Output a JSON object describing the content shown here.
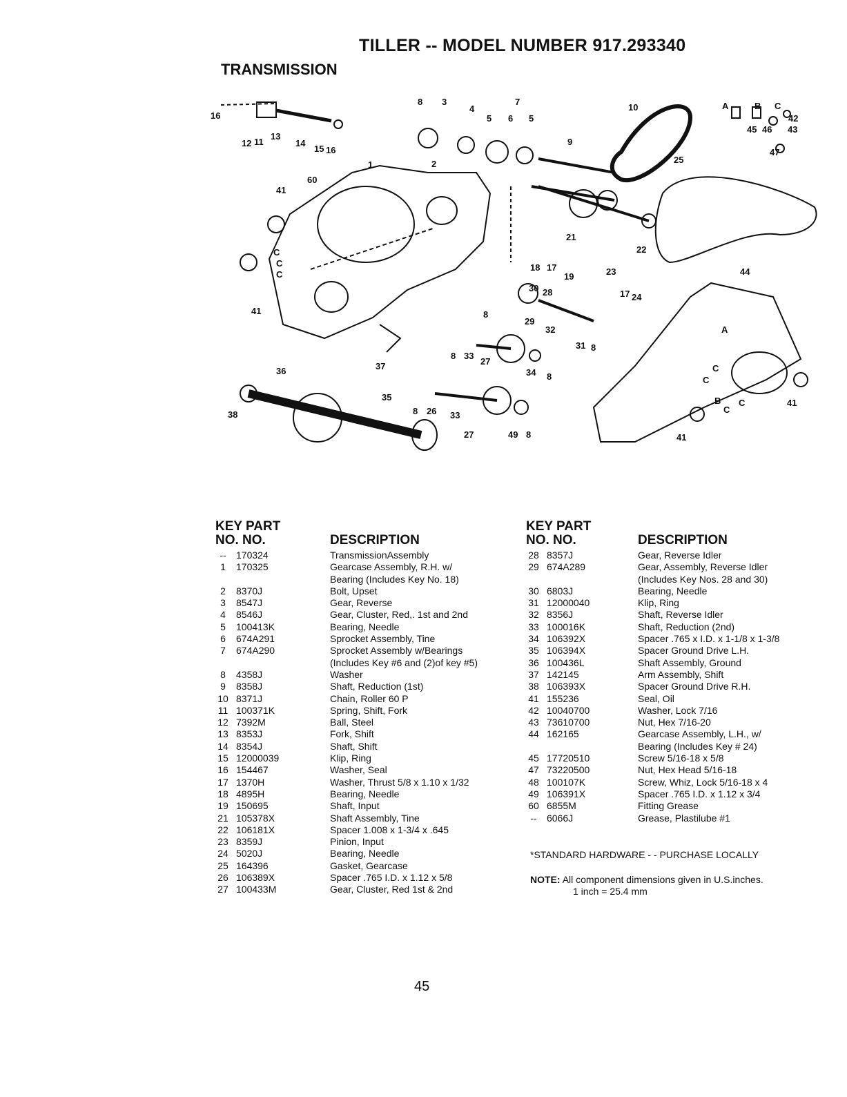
{
  "header": {
    "title": "TILLER -- MODEL NUMBER 917.293340",
    "section": "TRANSMISSION"
  },
  "diagram": {
    "labels": [
      "16",
      "12",
      "11",
      "13",
      "14",
      "15",
      "16",
      "8",
      "3",
      "4",
      "7",
      "5",
      "6",
      "5",
      "9",
      "10",
      "A",
      "B",
      "C",
      "42",
      "45",
      "46",
      "43",
      "47",
      "25",
      "41",
      "60",
      "1",
      "2",
      "21",
      "22",
      "C",
      "C",
      "C",
      "18",
      "17",
      "19",
      "23",
      "17",
      "24",
      "30",
      "28",
      "8",
      "29",
      "32",
      "31",
      "8",
      "44",
      "A",
      "41",
      "36",
      "37",
      "8",
      "33",
      "27",
      "34",
      "8",
      "35",
      "8",
      "26",
      "33",
      "27",
      "49",
      "8",
      "38",
      "41",
      "C",
      "C",
      "B",
      "C",
      "41"
    ]
  },
  "table": {
    "hdr_key": "KEY PART",
    "hdr_no": "NO. NO.",
    "hdr_desc": "DESCRIPTION",
    "left": [
      {
        "key": "--",
        "part": "170324",
        "desc": "TransmissionAssembly"
      },
      {
        "key": "1",
        "part": "170325",
        "desc": "Gearcase Assembly, R.H. w/"
      },
      {
        "key": "",
        "part": "",
        "desc": "Bearing (Includes Key No. 18)"
      },
      {
        "key": "2",
        "part": "8370J",
        "desc": "Bolt, Upset"
      },
      {
        "key": "3",
        "part": "8547J",
        "desc": "Gear, Reverse"
      },
      {
        "key": "4",
        "part": "8546J",
        "desc": "Gear, Cluster, Red,. 1st and 2nd"
      },
      {
        "key": "5",
        "part": "100413K",
        "desc": "Bearing, Needle"
      },
      {
        "key": "6",
        "part": "674A291",
        "desc": "Sprocket Assembly, Tine"
      },
      {
        "key": "7",
        "part": "674A290",
        "desc": "Sprocket Assembly w/Bearings"
      },
      {
        "key": "",
        "part": "",
        "desc": "(Includes Key #6 and (2)of key #5)"
      },
      {
        "key": "8",
        "part": "4358J",
        "desc": "Washer"
      },
      {
        "key": "9",
        "part": "8358J",
        "desc": "Shaft, Reduction (1st)"
      },
      {
        "key": "10",
        "part": "8371J",
        "desc": "Chain, Roller 60 P"
      },
      {
        "key": "11",
        "part": "100371K",
        "desc": "Spring, Shift, Fork"
      },
      {
        "key": "12",
        "part": "7392M",
        "desc": "Ball, Steel"
      },
      {
        "key": "13",
        "part": "8353J",
        "desc": "Fork, Shift"
      },
      {
        "key": "14",
        "part": "8354J",
        "desc": "Shaft, Shift"
      },
      {
        "key": "15",
        "part": "12000039",
        "desc": "Klip, Ring"
      },
      {
        "key": "16",
        "part": "154467",
        "desc": "Washer, Seal"
      },
      {
        "key": "17",
        "part": "1370H",
        "desc": "Washer, Thrust 5/8 x 1.10 x 1/32"
      },
      {
        "key": "18",
        "part": "4895H",
        "desc": "Bearing, Needle"
      },
      {
        "key": "19",
        "part": "150695",
        "desc": "Shaft, Input"
      },
      {
        "key": "21",
        "part": "105378X",
        "desc": "Shaft Assembly, Tine"
      },
      {
        "key": "22",
        "part": "106181X",
        "desc": "Spacer 1.008 x 1-3/4 x .645"
      },
      {
        "key": "23",
        "part": "8359J",
        "desc": "Pinion, Input"
      },
      {
        "key": "24",
        "part": "5020J",
        "desc": "Bearing, Needle"
      },
      {
        "key": "25",
        "part": "164396",
        "desc": "Gasket, Gearcase"
      },
      {
        "key": "26",
        "part": "106389X",
        "desc": "Spacer .765 I.D. x 1.12 x 5/8"
      },
      {
        "key": "27",
        "part": "100433M",
        "desc": "Gear, Cluster, Red 1st & 2nd"
      }
    ],
    "right": [
      {
        "key": "28",
        "part": "8357J",
        "desc": "Gear, Reverse Idler"
      },
      {
        "key": "29",
        "part": "674A289",
        "desc": "Gear, Assembly, Reverse Idler"
      },
      {
        "key": "",
        "part": "",
        "desc": "(Includes Key Nos. 28 and 30)"
      },
      {
        "key": "30",
        "part": "6803J",
        "desc": "Bearing, Needle"
      },
      {
        "key": "31",
        "part": "12000040",
        "desc": "Klip, Ring"
      },
      {
        "key": "32",
        "part": "8356J",
        "desc": "Shaft, Reverse Idler"
      },
      {
        "key": "33",
        "part": "100016K",
        "desc": "Shaft, Reduction (2nd)"
      },
      {
        "key": "34",
        "part": "106392X",
        "desc": "Spacer .765 x I.D. x 1-1/8 x 1-3/8"
      },
      {
        "key": "35",
        "part": "106394X",
        "desc": "Spacer Ground Drive L.H."
      },
      {
        "key": "36",
        "part": "100436L",
        "desc": "Shaft Assembly, Ground"
      },
      {
        "key": "37",
        "part": "142145",
        "desc": "Arm Assembly, Shift"
      },
      {
        "key": "38",
        "part": "106393X",
        "desc": "Spacer Ground Drive R.H."
      },
      {
        "key": "41",
        "part": "155236",
        "desc": "Seal, Oil"
      },
      {
        "key": "42",
        "part": "10040700",
        "desc": "Washer, Lock 7/16"
      },
      {
        "key": "43",
        "part": "73610700",
        "desc": "Nut, Hex 7/16-20"
      },
      {
        "key": "44",
        "part": "162165",
        "desc": "Gearcase Assembly, L.H., w/"
      },
      {
        "key": "",
        "part": "",
        "desc": "Bearing (Includes Key # 24)"
      },
      {
        "key": "45",
        "part": "17720510",
        "desc": "Screw 5/16-18 x 5/8"
      },
      {
        "key": "47",
        "part": "73220500",
        "desc": "Nut, Hex Head 5/16-18"
      },
      {
        "key": "48",
        "part": "100107K",
        "desc": "Screw, Whiz, Lock 5/16-18 x 4"
      },
      {
        "key": "49",
        "part": "106391X",
        "desc": "Spacer .765 I.D. x 1.12 x 3/4"
      },
      {
        "key": "60",
        "part": "6855M",
        "desc": "Fitting Grease"
      },
      {
        "key": "--",
        "part": "6066J",
        "desc": "Grease, Plastilube #1"
      }
    ]
  },
  "standard_hardware": "*STANDARD HARDWARE - - PURCHASE LOCALLY",
  "note": {
    "label": "NOTE:",
    "line1": "All component dimensions given in U.S.inches.",
    "line2": "1 inch = 25.4 mm"
  },
  "page_number": "45"
}
